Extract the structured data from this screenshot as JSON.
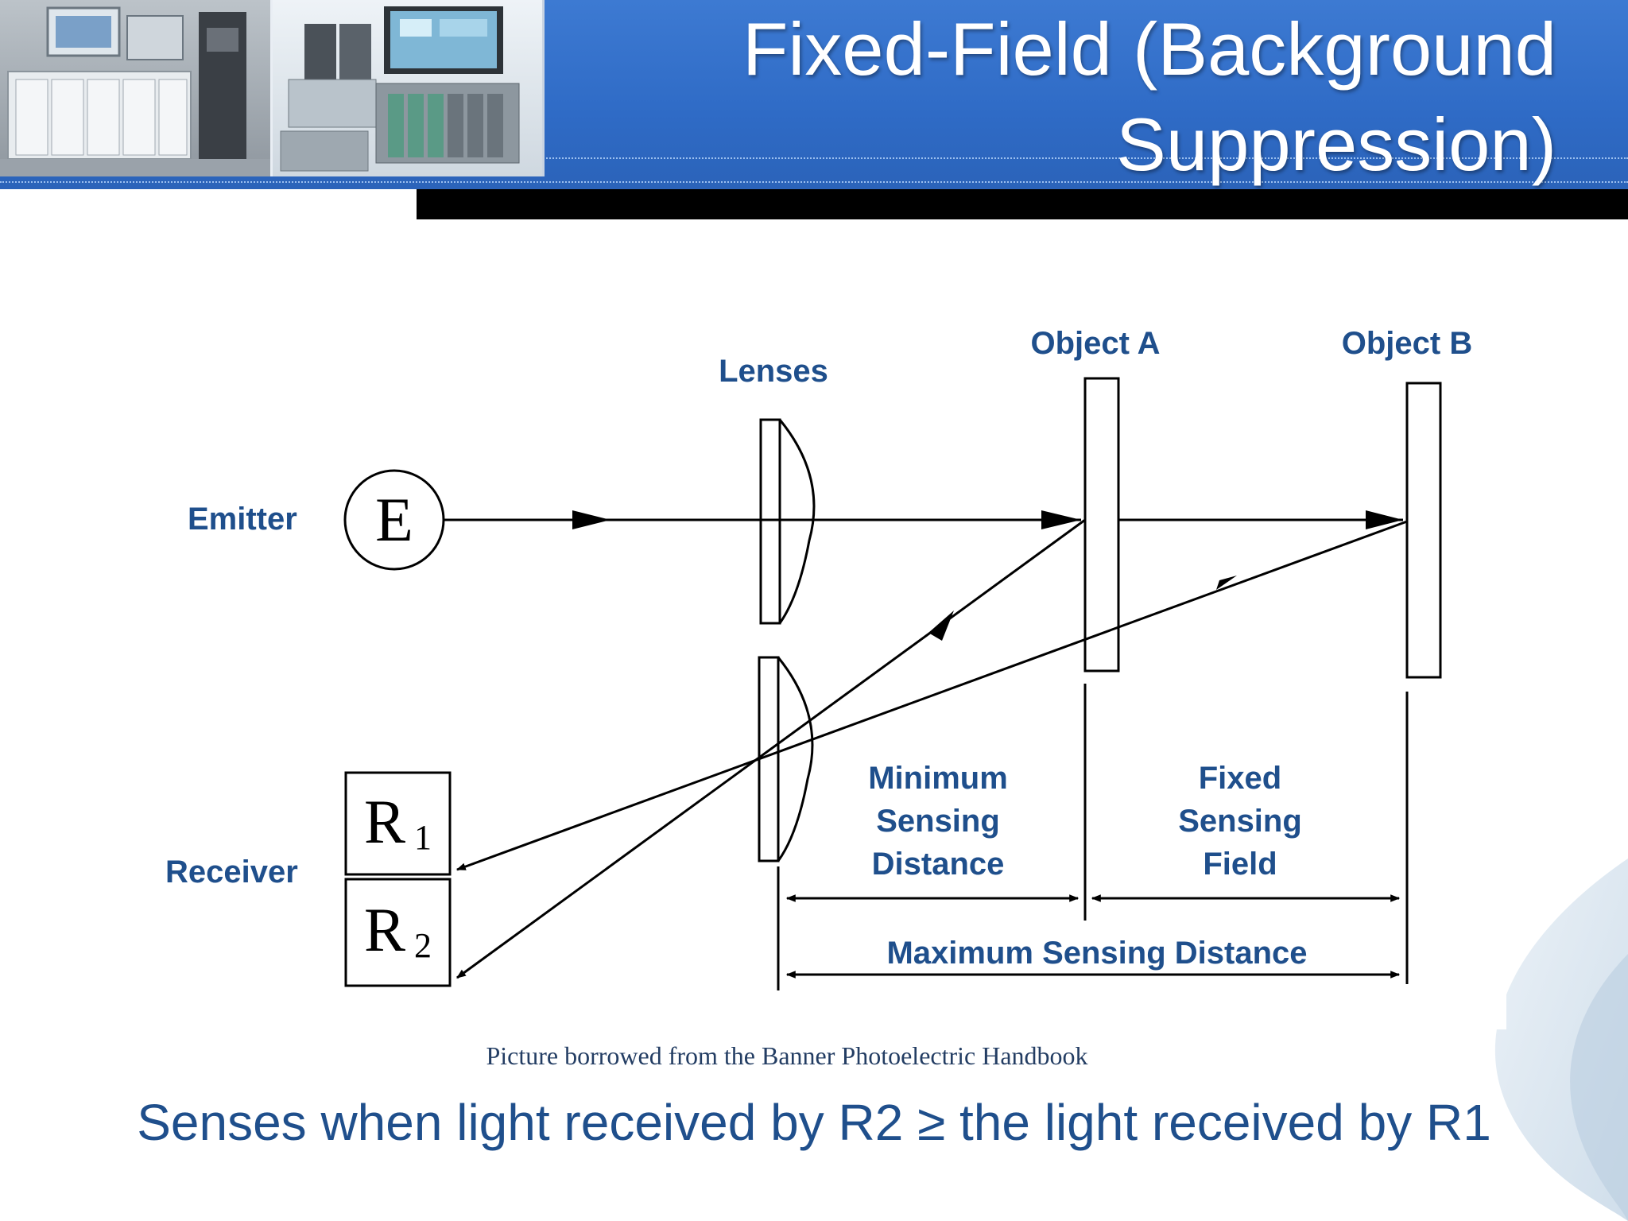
{
  "header": {
    "title_line1": "Fixed-Field (Background",
    "title_line2": "Suppression)"
  },
  "diagram": {
    "labels": {
      "lenses": "Lenses",
      "object_a": "Object A",
      "object_b": "Object B",
      "emitter": "Emitter",
      "receiver": "Receiver",
      "emitter_symbol": "E",
      "receiver_1_main": "R",
      "receiver_1_sub": "1",
      "receiver_2_main": "R",
      "receiver_2_sub": "2",
      "min_line1": "Minimum",
      "min_line2": "Sensing",
      "min_line3": "Distance",
      "fixed_line1": "Fixed",
      "fixed_line2": "Sensing",
      "fixed_line3": "Field",
      "max": "Maximum Sensing Distance"
    },
    "colors": {
      "label": "#1f4f8c",
      "line": "#000000"
    }
  },
  "caption": "Picture borrowed from the Banner Photoelectric Handbook",
  "statement": "Senses when light received by R2 ≥ the light received by R1"
}
